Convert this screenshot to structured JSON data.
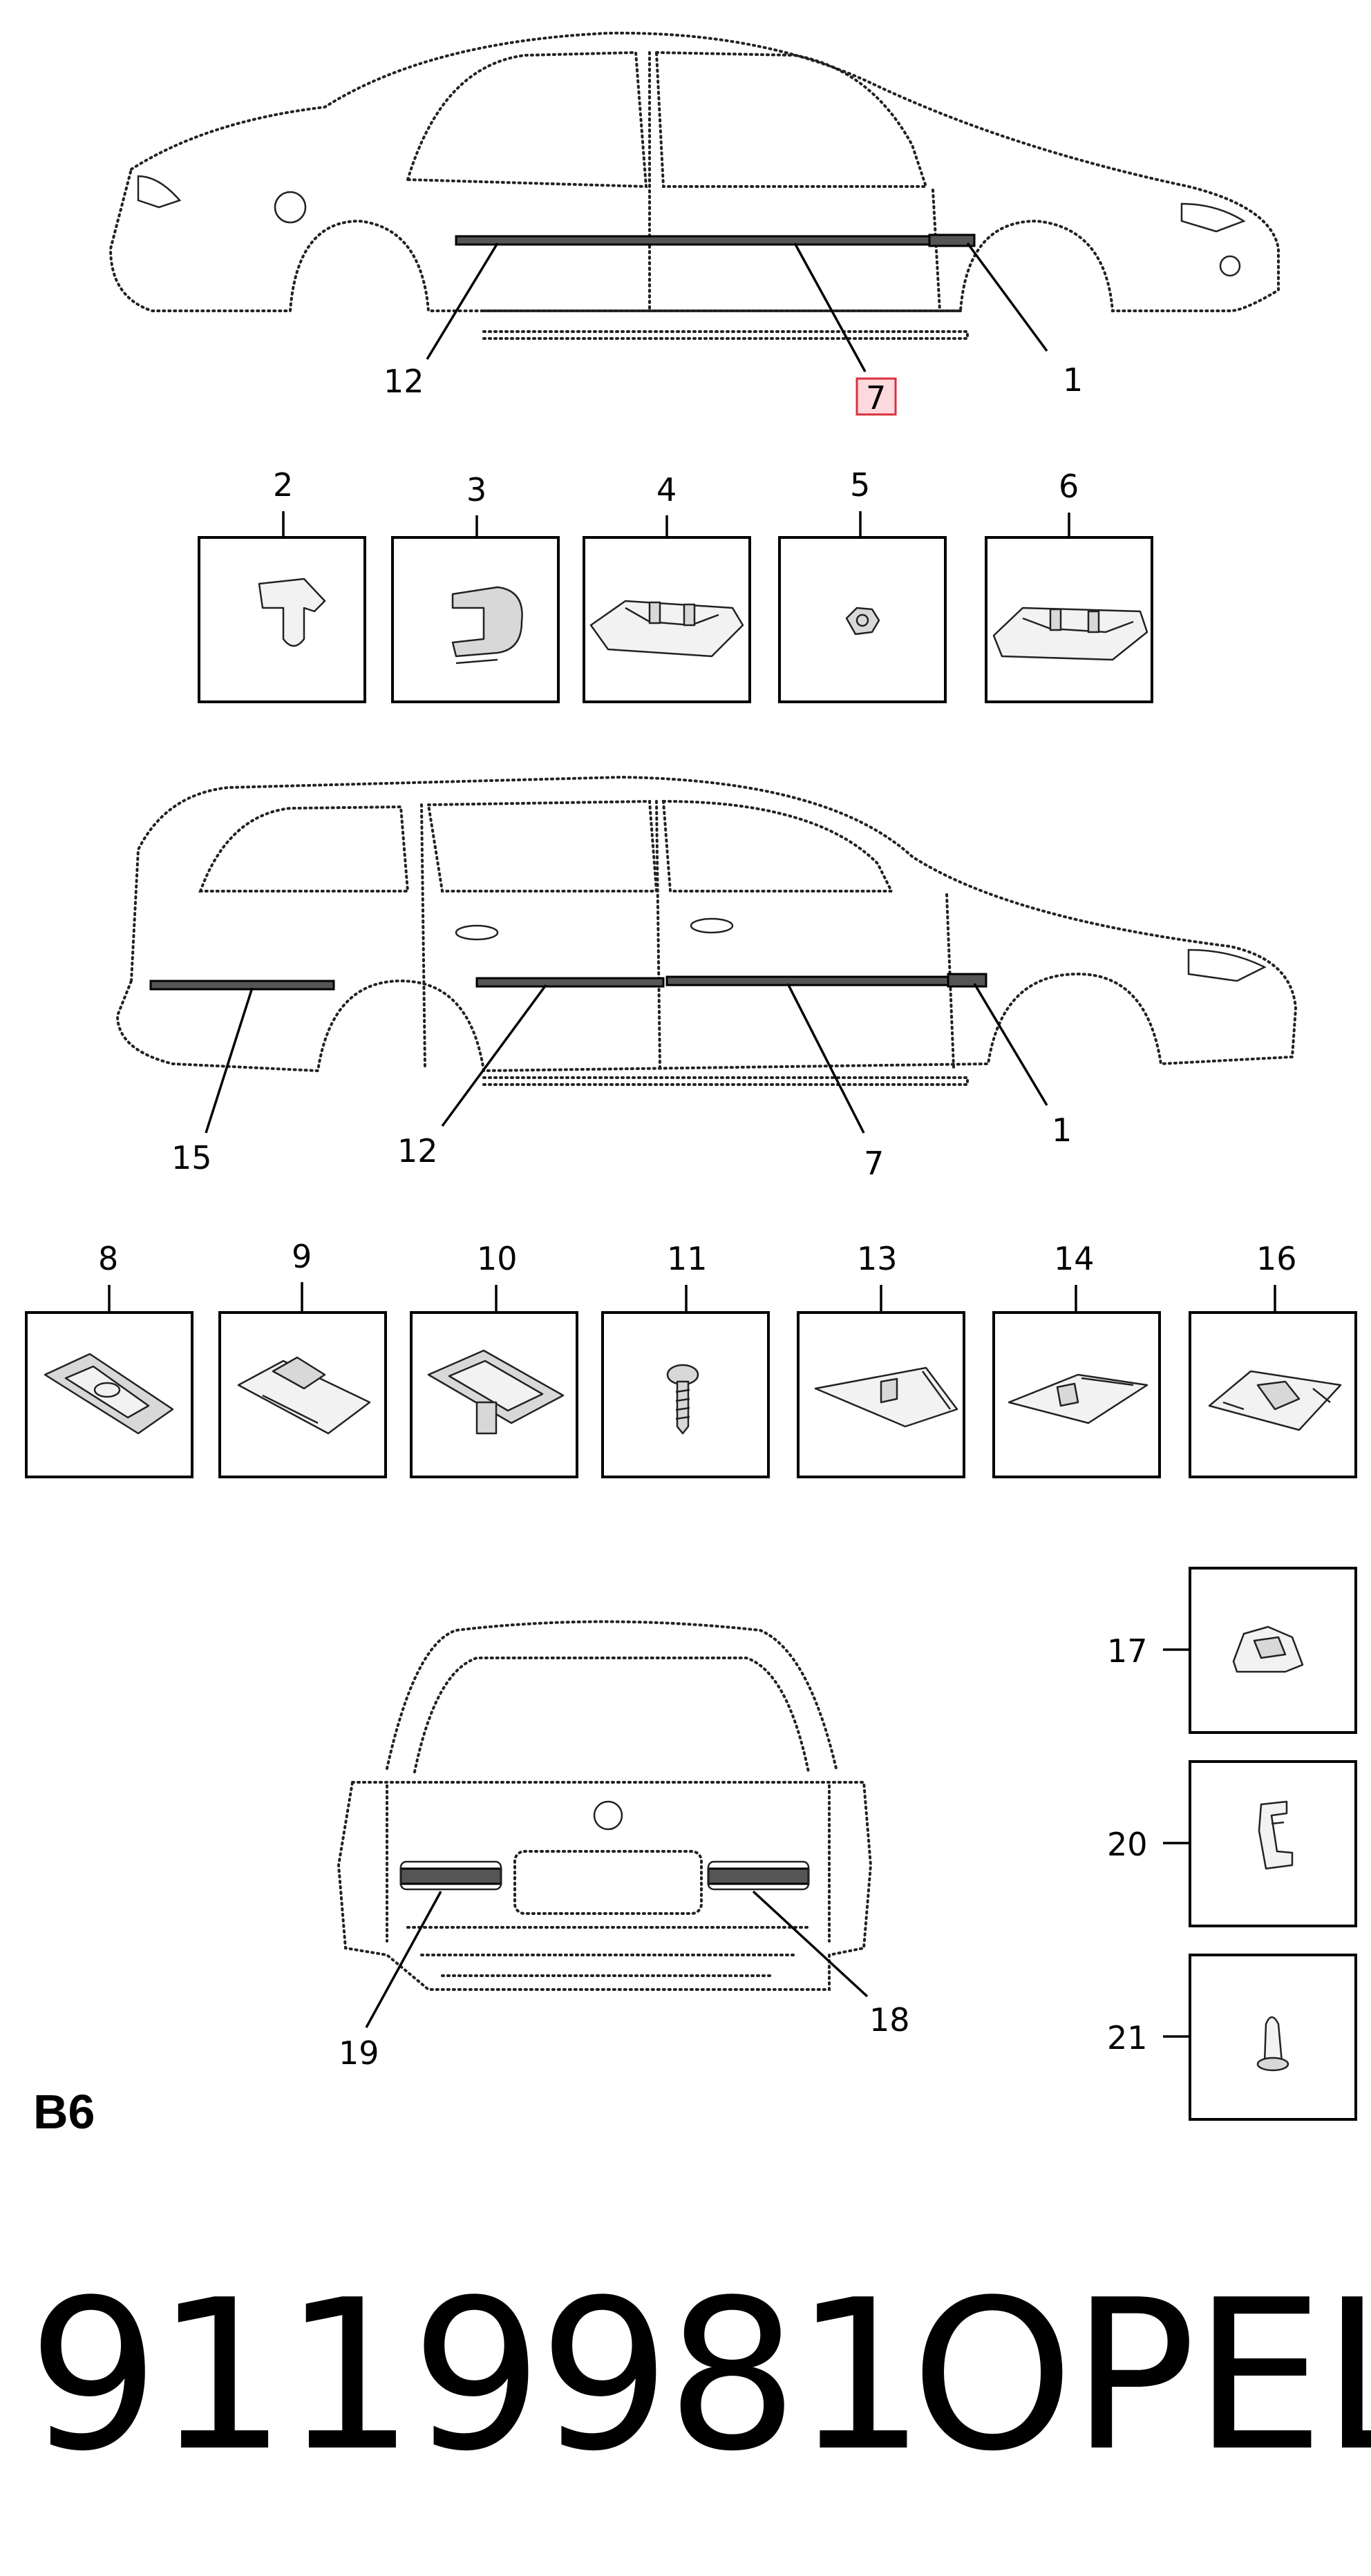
{
  "diagram": {
    "sedan_callouts": {
      "left": "12",
      "center": "7",
      "right": "1"
    },
    "top_part_labels": [
      "2",
      "3",
      "4",
      "5",
      "6"
    ],
    "wagon_callouts": {
      "rear": "15",
      "center_left": "12",
      "center": "7",
      "front": "1"
    },
    "lower_part_labels": [
      "8",
      "9",
      "10",
      "11",
      "13",
      "14",
      "16"
    ],
    "rear_callouts": {
      "left": "19",
      "right": "18"
    },
    "side_part_labels": [
      "17",
      "20",
      "21"
    ]
  },
  "section_label": "B6",
  "part_number": "9119981",
  "brand": "OPEL",
  "colors": {
    "highlight_fill": "#fbd9dc",
    "highlight_stroke": "#d9303e"
  }
}
